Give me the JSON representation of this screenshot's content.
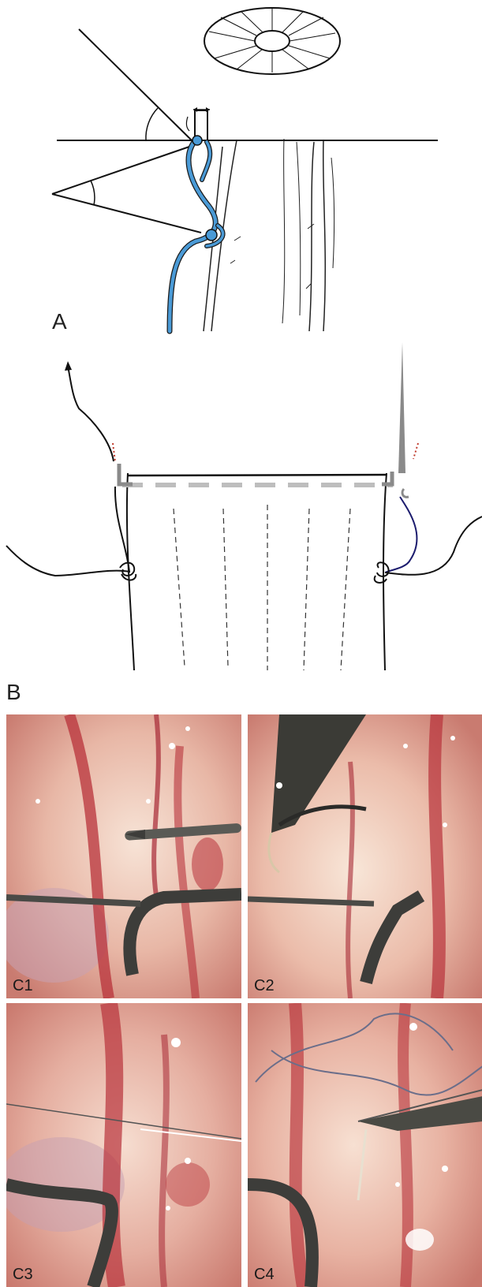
{
  "figure": {
    "panel_a": {
      "label": "A"
    },
    "panel_b": {
      "label": "B"
    },
    "photos": [
      {
        "label": "C1"
      },
      {
        "label": "C2"
      },
      {
        "label": "C3"
      },
      {
        "label": "C4"
      }
    ]
  },
  "colors": {
    "suture_blue": "#4a9ad6",
    "dark_blue": "#1c1c6e",
    "dashed_gray": "#bdbdbd",
    "bar_gray": "#8a8a8a",
    "red_dots": "#c0392b",
    "tissue": "#e8b7a6",
    "vessel": "#b8323a",
    "instrument": "#3d3d3a"
  }
}
